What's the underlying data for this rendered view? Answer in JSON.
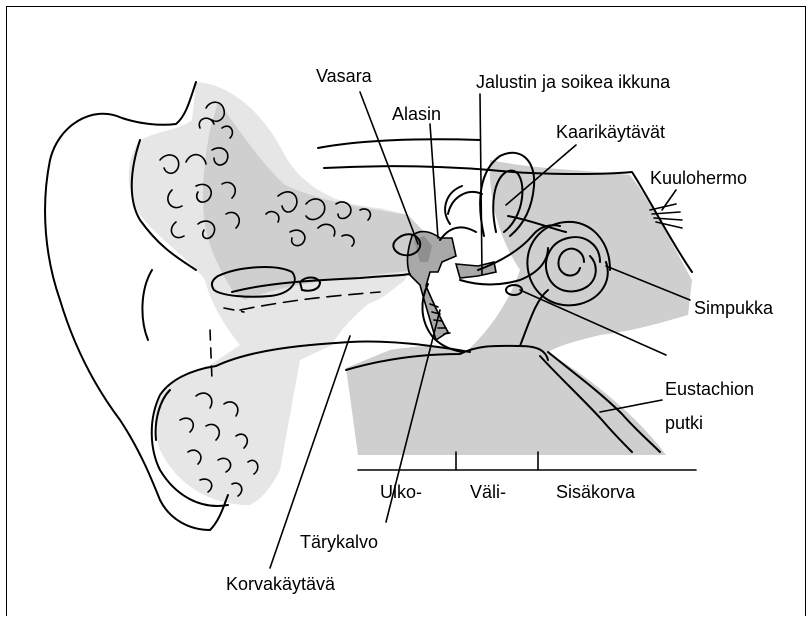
{
  "labels": {
    "vasara": "Vasara",
    "jalustin": "Jalustin ja soikea ikkuna",
    "alasin": "Alasin",
    "kaarikaytavat": "Kaarikäytävät",
    "kuulohermo": "Kuulohermo",
    "simpukka": "Simpukka",
    "eustachion_line1": "Eustachion",
    "eustachion_line2": "putki",
    "ulko": "Ulko-",
    "vali": "Väli-",
    "sisakorva": "Sisäkorva",
    "tarykalvo": "Tärykalvo",
    "korvakaytava": "Korvakäytävä"
  },
  "colors": {
    "light_gray": "#e6e6e6",
    "mid_gray": "#cfcfcf",
    "dark_gray": "#a9a9a9",
    "line": "#000000"
  }
}
